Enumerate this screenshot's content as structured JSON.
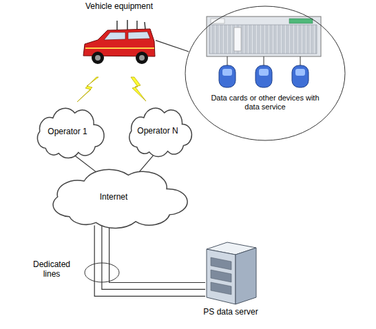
{
  "diagram": {
    "nodes": [
      {
        "text": [
          "Vehicle equipment"
        ]
      },
      {
        "text": [
          "Data cards or other devices with data service"
        ]
      },
      {
        "text": [
          "Operator 1"
        ]
      },
      {
        "text": [
          "Operator N"
        ]
      },
      {
        "text": [
          "Internet"
        ]
      },
      {
        "text": [
          "PS data server"
        ]
      }
    ],
    "edges": [
      {
        "from": 0,
        "to": 1,
        "arrow": "none"
      },
      {
        "from": 2,
        "to": 4,
        "arrow": "none"
      },
      {
        "from": 3,
        "to": 4,
        "arrow": "none"
      },
      {
        "from": 4,
        "to": 5,
        "arrow": "none"
      },
      {
        "from": 4,
        "to": 5,
        "arrow": "none"
      },
      {
        "from": 4,
        "to": 5,
        "arrow": "none"
      }
    ],
    "labels": [
      "Dedicated lines"
    ]
  }
}
